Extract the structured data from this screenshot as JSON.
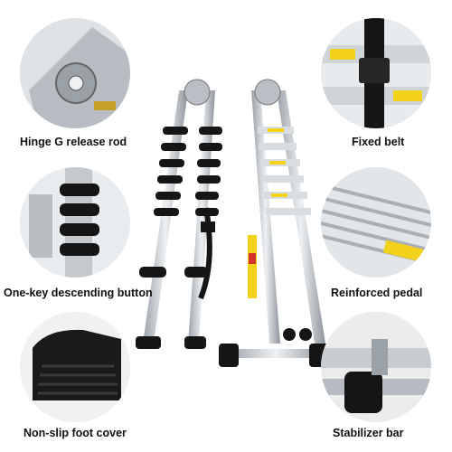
{
  "labels": {
    "hinge": "Hinge G release rod",
    "belt": "Fixed belt",
    "onekey": "One-key descending button",
    "pedal": "Reinforced pedal",
    "foot": "Non-slip foot cover",
    "stabilizer": "Stabilizer bar"
  },
  "icons": {
    "hinge": "hinge-icon",
    "belt": "belt-icon",
    "onekey": "button-icon",
    "pedal": "pedal-icon",
    "foot": "foot-cover-icon",
    "stabilizer": "stabilizer-icon"
  },
  "colors": {
    "silver": "#c9ced3",
    "black": "#151515",
    "label_yellow": "#f2d21a",
    "warning_red": "#d2322c"
  }
}
